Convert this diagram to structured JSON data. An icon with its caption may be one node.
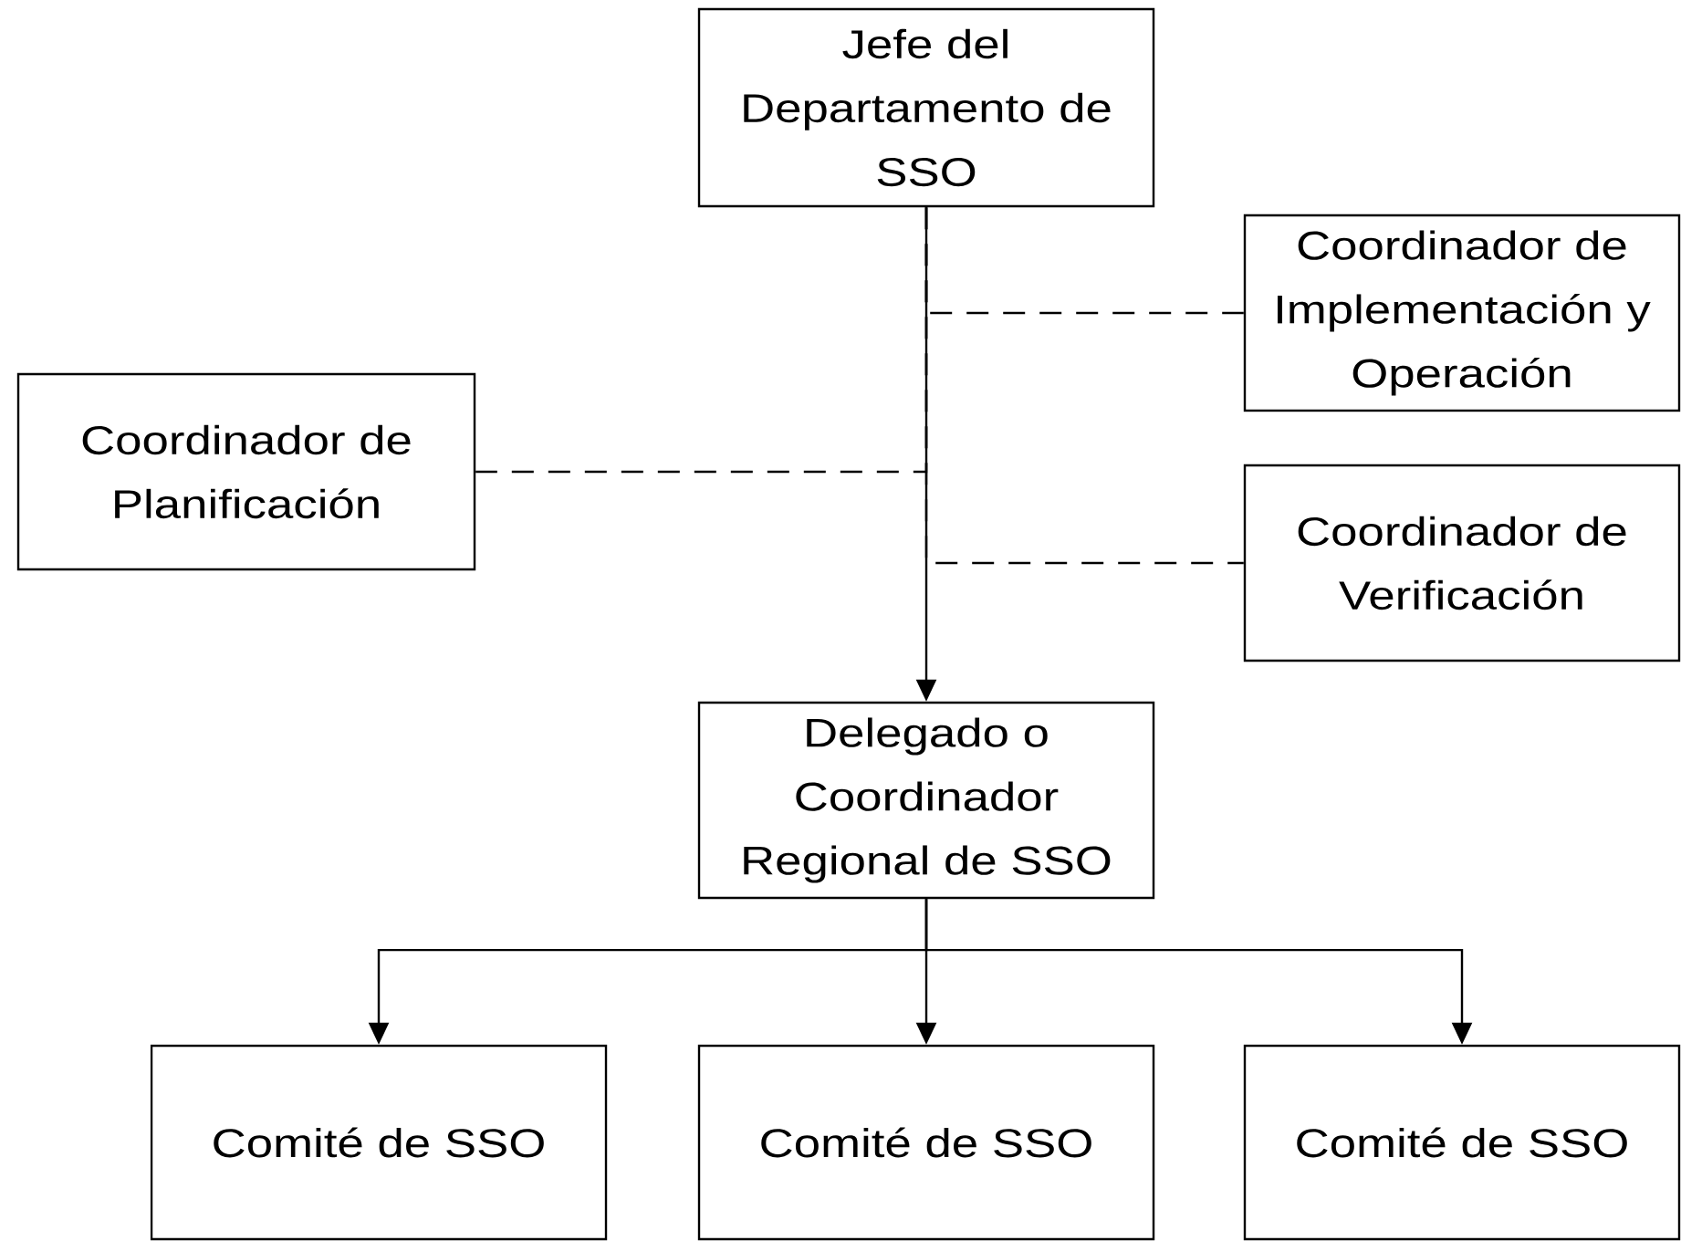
{
  "diagram": {
    "nodes": [
      {
        "text": [
          "Jefe del Departamento de SSO"
        ]
      },
      {
        "text": [
          "Coordinador de Implementación y Operación"
        ]
      },
      {
        "text": [
          "Coordinador de Planificación"
        ]
      },
      {
        "text": [
          "Coordinador de Verificación"
        ]
      },
      {
        "text": [
          "Delegado o Coordinador Regional de SSO"
        ]
      },
      {
        "text": [
          "Comité de SSO"
        ]
      },
      {
        "text": [
          "Comité de SSO"
        ]
      },
      {
        "text": [
          "Comité de SSO"
        ]
      }
    ],
    "edges": [
      {
        "from": 0,
        "to": 4,
        "arrow": "to"
      },
      {
        "from": 0,
        "to": 1,
        "arrow": "none",
        "style": "dashed"
      },
      {
        "from": 0,
        "to": 2,
        "arrow": "none",
        "style": "dashed"
      },
      {
        "from": 0,
        "to": 3,
        "arrow": "none",
        "style": "dashed"
      },
      {
        "from": 4,
        "to": 5,
        "arrow": "to"
      },
      {
        "from": 4,
        "to": 6,
        "arrow": "to"
      },
      {
        "from": 4,
        "to": 7,
        "arrow": "to"
      }
    ]
  }
}
